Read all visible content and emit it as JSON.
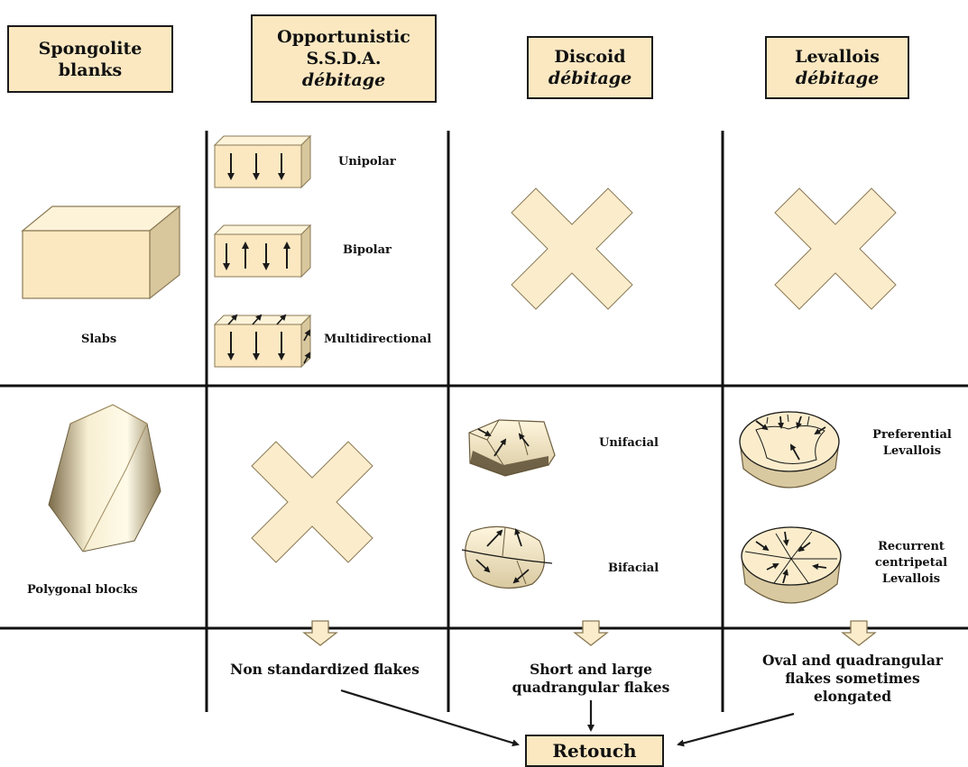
{
  "headers": {
    "spongolite": [
      "Spongolite",
      "blanks"
    ],
    "opportunistic": [
      "Opportunistic",
      "S.S.D.A.",
      "débitage"
    ],
    "discoid": [
      "Discoid",
      "débitage"
    ],
    "levallois": [
      "Levallois",
      "débitage"
    ]
  },
  "blanks": {
    "slabs": "Slabs",
    "polygonal": "Polygonal blocks"
  },
  "opportunistic_methods": {
    "unipolar": "Unipolar",
    "bipolar": "Bipolar",
    "multidirectional": "Multidirectional"
  },
  "discoid_methods": {
    "unifacial": "Unifacial",
    "bifacial": "Bifacial"
  },
  "levallois_methods": {
    "preferential": [
      "Preferential",
      "Levallois"
    ],
    "recurrent": [
      "Recurrent",
      "centripetal",
      "Levallois"
    ]
  },
  "products": {
    "opportunistic": [
      "Non standardized flakes"
    ],
    "discoid": [
      "Short and large",
      "quadrangular flakes"
    ],
    "levallois": [
      "Oval and quadrangular",
      "flakes sometimes",
      "elongated"
    ]
  },
  "retouch": "Retouch",
  "colors": {
    "fill": "#fbe8c1",
    "cross": "#fbedcc",
    "stroke": "#1a1a1a"
  }
}
